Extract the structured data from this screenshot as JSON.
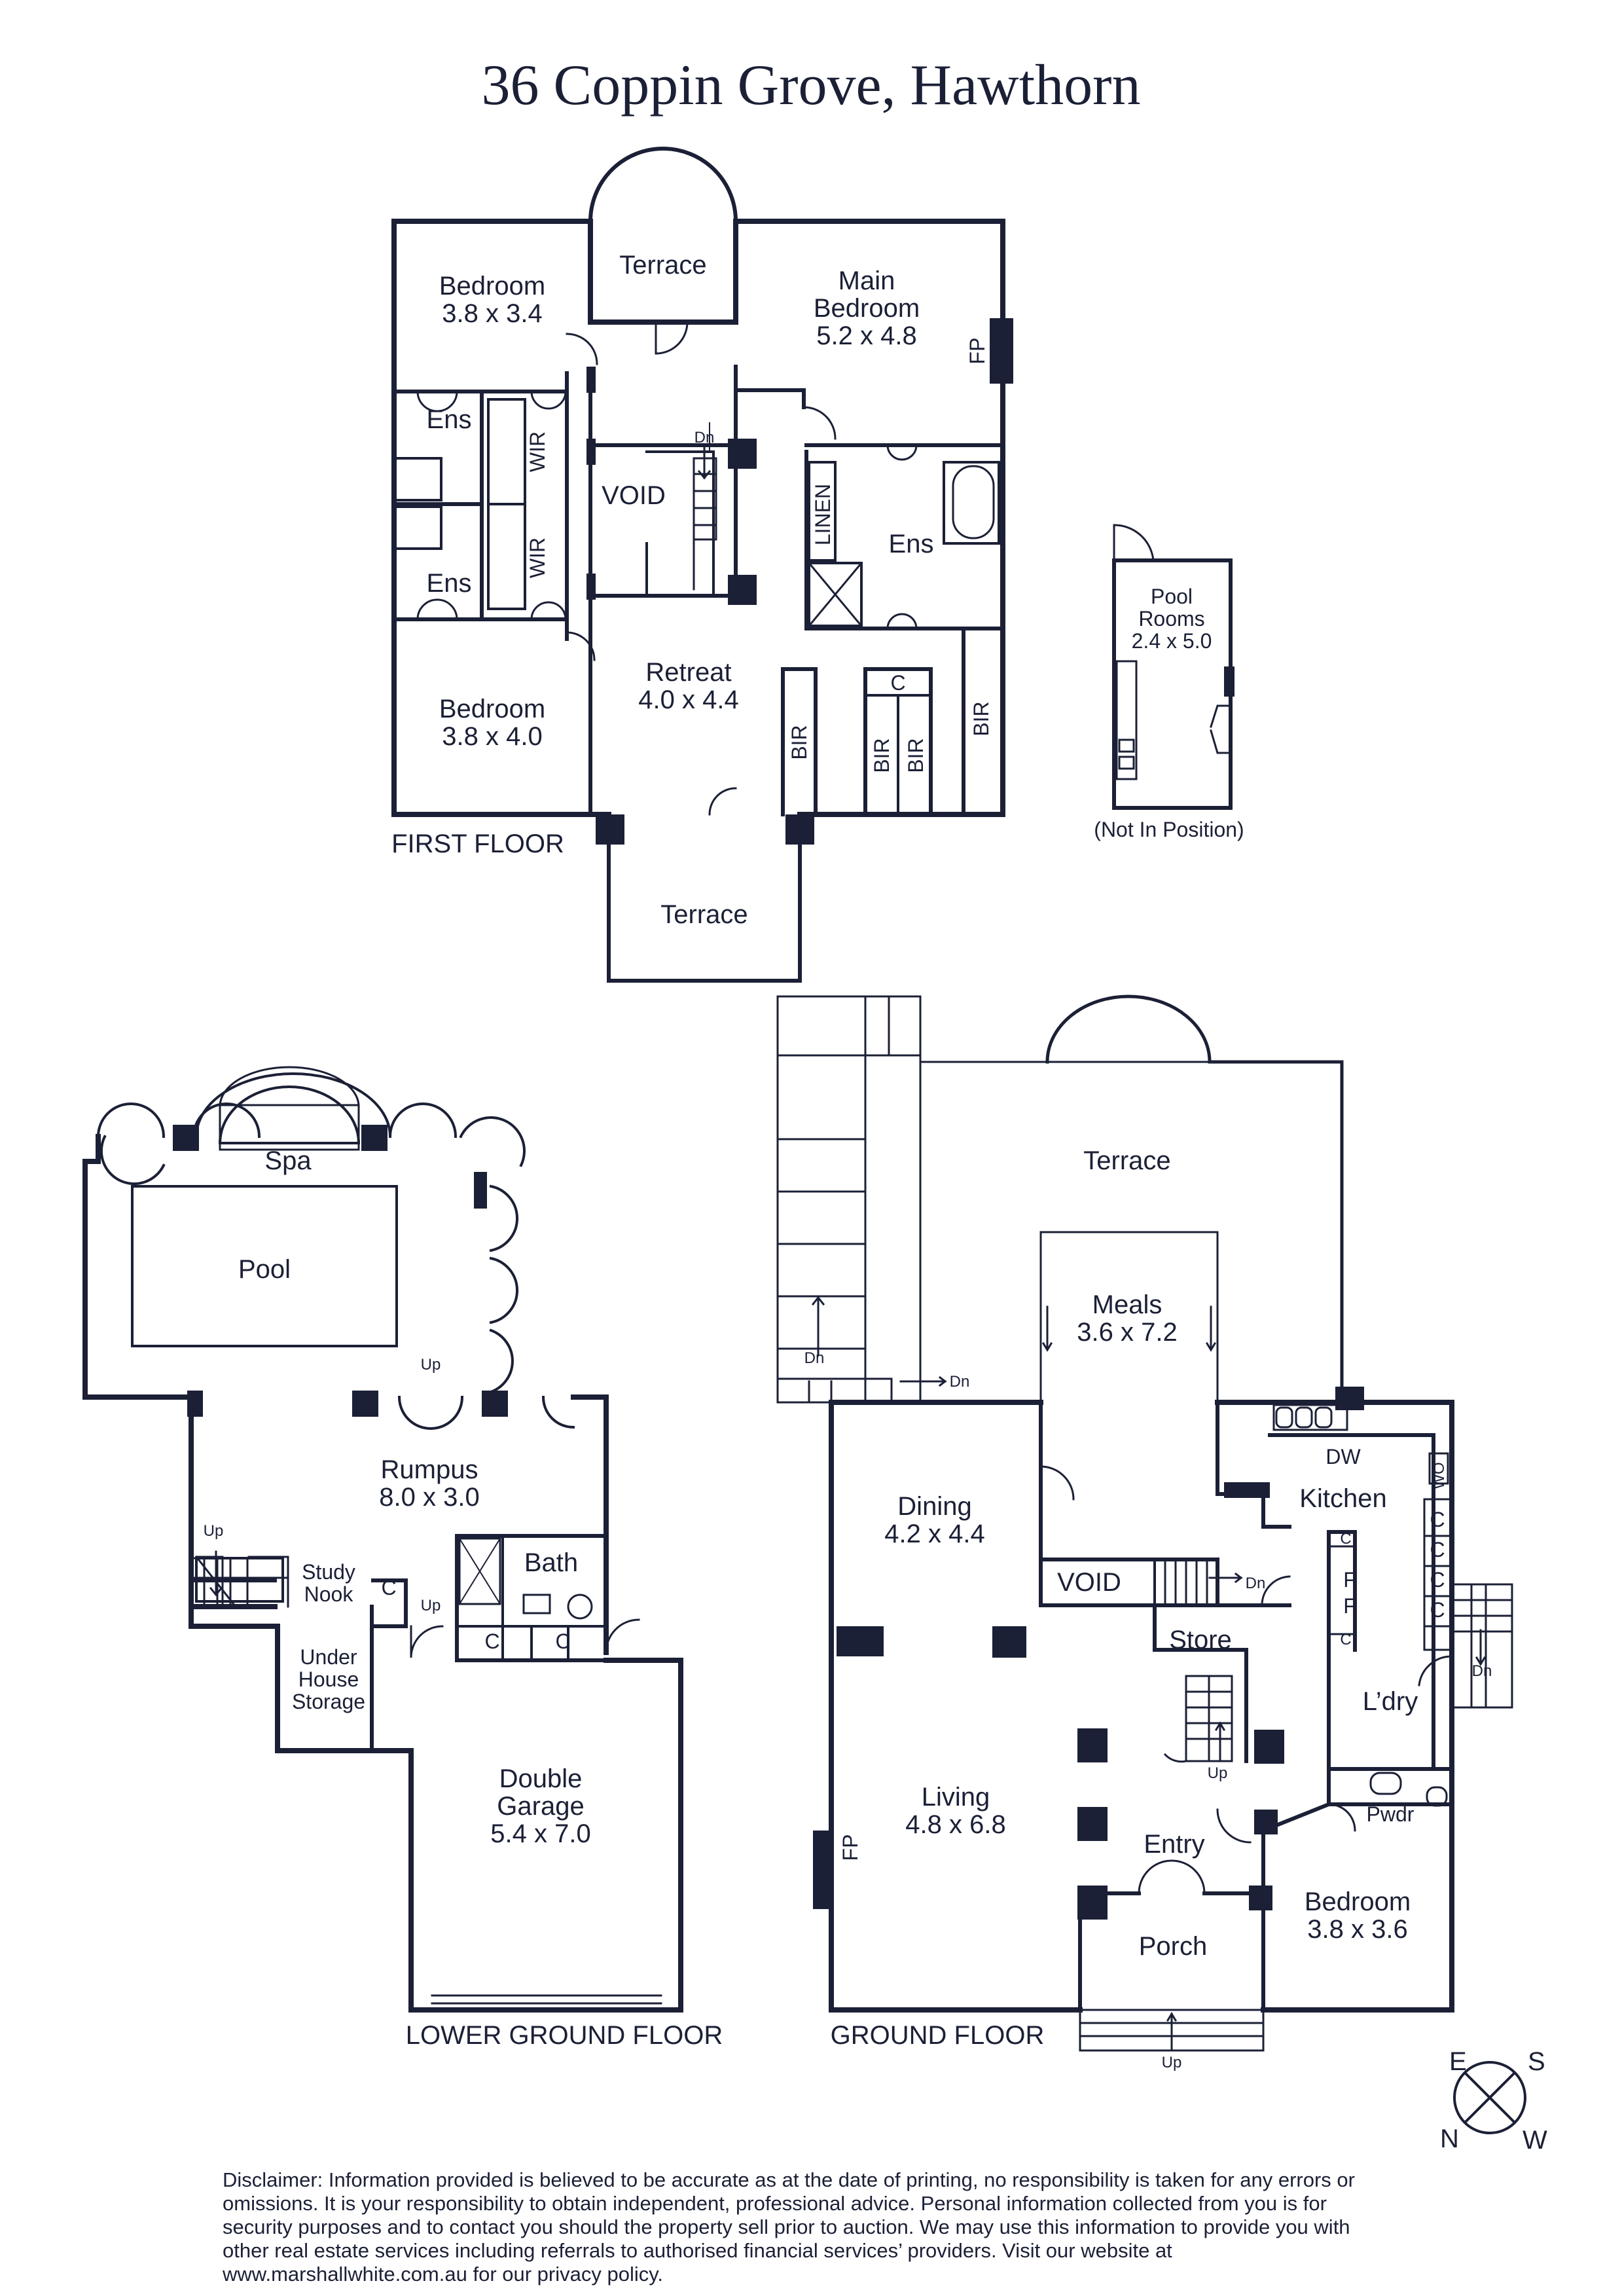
{
  "title": "36 Coppin Grove, Hawthorn",
  "first_floor": {
    "label": "FIRST FLOOR",
    "rooms": {
      "bedroom1": [
        "Bedroom",
        "3.8 x 3.4"
      ],
      "terrace_top": "Terrace",
      "main_bedroom": [
        "Main",
        "Bedroom",
        "5.2 x 4.8"
      ],
      "fp": "FP",
      "ens1": "Ens",
      "ens2": "Ens",
      "ens3": "Ens",
      "wir1": "WIR",
      "wir2": "WIR",
      "void": "VOID",
      "dn": "Dn",
      "linen": "LINEN",
      "bedroom2": [
        "Bedroom",
        "3.8 x 4.0"
      ],
      "retreat": [
        "Retreat",
        "4.0 x 4.4"
      ],
      "bir1": "BIR",
      "bir2": "BIR",
      "bir3": "BIR",
      "bir4": "BIR",
      "c": "C",
      "terrace_bottom": "Terrace"
    }
  },
  "pool_rooms": {
    "name": [
      "Pool",
      "Rooms",
      "2.4 x 5.0"
    ],
    "note": "(Not In Position)"
  },
  "lower_ground_floor": {
    "label": "LOWER GROUND FLOOR",
    "rooms": {
      "spa": "Spa",
      "pool": "Pool",
      "up1": "Up",
      "rumpus": [
        "Rumpus",
        "8.0 x 3.0"
      ],
      "up2": "Up",
      "study_nook": [
        "Study",
        "Nook"
      ],
      "c1": "C",
      "up3": "Up",
      "bath": "Bath",
      "c2": "C",
      "c3": "C",
      "under_house": [
        "Under",
        "House",
        "Storage"
      ],
      "garage": [
        "Double",
        "Garage",
        "5.4 x 7.0"
      ]
    }
  },
  "ground_floor": {
    "label": "GROUND FLOOR",
    "rooms": {
      "terrace": "Terrace",
      "dn1": "Dn",
      "dn2": "Dn",
      "meals": [
        "Meals",
        "3.6 x 7.2"
      ],
      "dw": "DW",
      "kitchen": "Kitchen",
      "dining": [
        "Dining",
        "4.2 x 4.4"
      ],
      "void": "VOID",
      "dn3": "Dn",
      "wo": "WO",
      "c": [
        "C",
        "C",
        "C",
        "C",
        "C",
        "C"
      ],
      "f": [
        "F",
        "F"
      ],
      "store": "Store",
      "dn4": "Dn",
      "ldry": "L’dry",
      "up1": "Up",
      "living": [
        "Living",
        "4.8 x 6.8"
      ],
      "fp": "FP",
      "entry": "Entry",
      "pwdr": "Pwdr",
      "porch": "Porch",
      "bedroom": [
        "Bedroom",
        "3.8 x 3.6"
      ],
      "up2": "Up"
    }
  },
  "compass": {
    "e": "E",
    "s": "S",
    "n": "N",
    "w": "W"
  },
  "disclaimer": "Disclaimer: Information provided is believed to be accurate as at the date of printing, no responsibility is taken for any errors or omissions. It is your responsibility to obtain independent, professional advice. Personal information collected from you is for security purposes and to contact you should the property sell prior to auction. We may use this information to provide you with other real estate services including referrals to authorised financial services’ providers. Visit our website at www.marshallwhite.com.au for our privacy policy.",
  "colors": {
    "ink": "#1b2036",
    "background": "#ffffff"
  }
}
